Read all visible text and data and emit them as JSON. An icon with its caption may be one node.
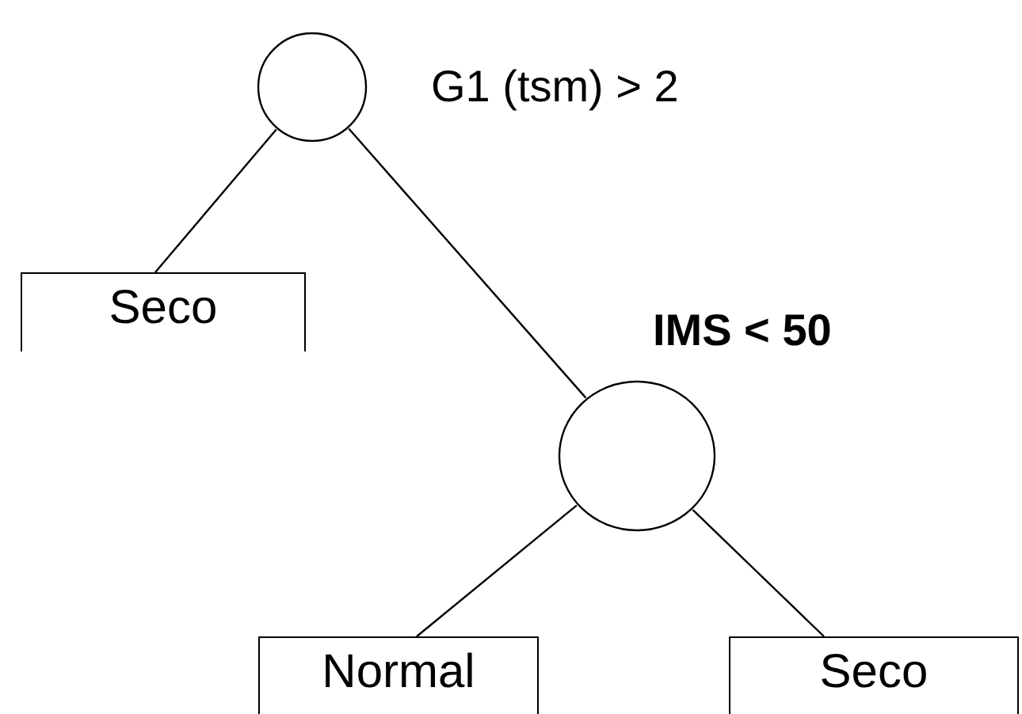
{
  "diagram": {
    "nodes": [
      {
        "text": [],
        "shape": "circle",
        "beside": [
          "G1 (tsm) > 2"
        ]
      },
      {
        "text": [
          "Seco"
        ]
      },
      {
        "text": [],
        "shape": "circle",
        "beside": [
          "IMS < 50"
        ]
      },
      {
        "text": [
          "Normal"
        ]
      },
      {
        "text": [
          "Seco"
        ]
      }
    ],
    "edges": [
      {
        "from": 0,
        "to": 1,
        "arrow": "none"
      },
      {
        "from": 0,
        "to": 2,
        "arrow": "none"
      },
      {
        "from": 2,
        "to": 3,
        "arrow": "none"
      },
      {
        "from": 2,
        "to": 4,
        "arrow": "none"
      }
    ]
  }
}
